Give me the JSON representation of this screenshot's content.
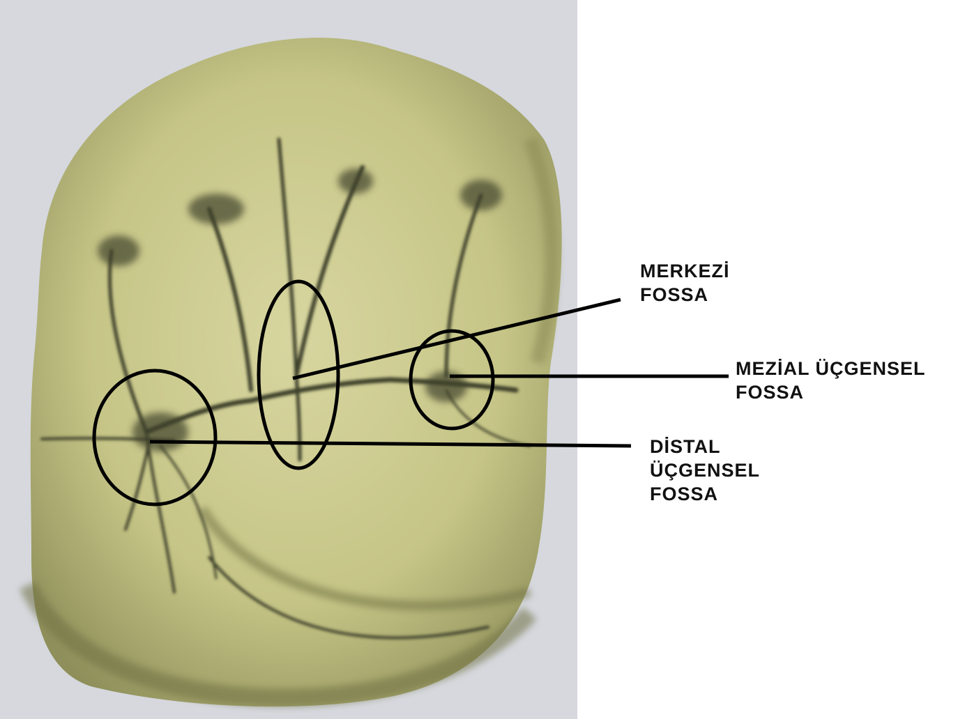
{
  "labels": {
    "merkezi": {
      "line1": "MERKEZİ",
      "line2": "FOSSA"
    },
    "mezial": {
      "line1": "MEZİAL ÜÇGENSEL",
      "line2": "FOSSA"
    },
    "distal": {
      "line1": "DİSTAL",
      "line2": "ÜÇGENSEL",
      "line3": "FOSSA"
    }
  },
  "colors": {
    "tooth": "#c9c98a",
    "tooth_shadow": "#7f8050",
    "groove": "#3c3f2a",
    "annotation": "#000000",
    "background_photo": "#d6d8de"
  }
}
